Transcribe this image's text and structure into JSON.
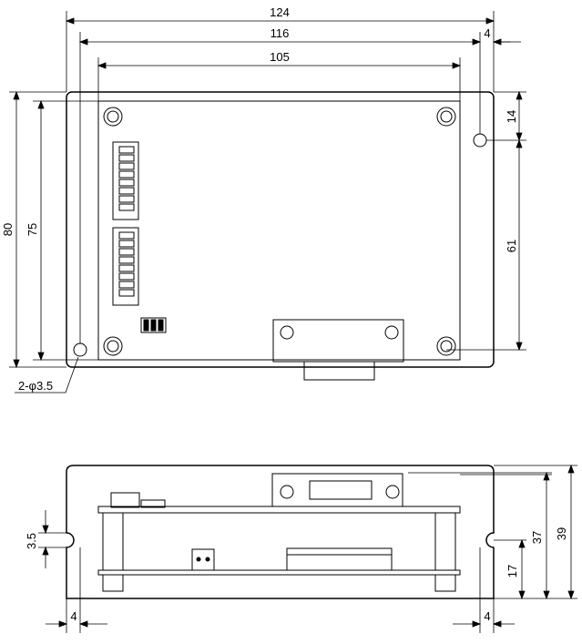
{
  "top_view": {
    "dimensions": {
      "overall_width": "124",
      "hole_pitch_x": "116",
      "board_width": "105",
      "hole_edge_offset": "4",
      "overall_height": "80",
      "board_height": "75",
      "hole_to_top": "14",
      "hole_pitch_y": "61"
    },
    "hole_note": "2-φ3.5"
  },
  "side_view": {
    "dimensions": {
      "hole_slot": "3.5",
      "left_offset": "4",
      "right_offset": "4",
      "hole_height": "17",
      "board_top_height": "37",
      "overall_height": "39"
    }
  }
}
